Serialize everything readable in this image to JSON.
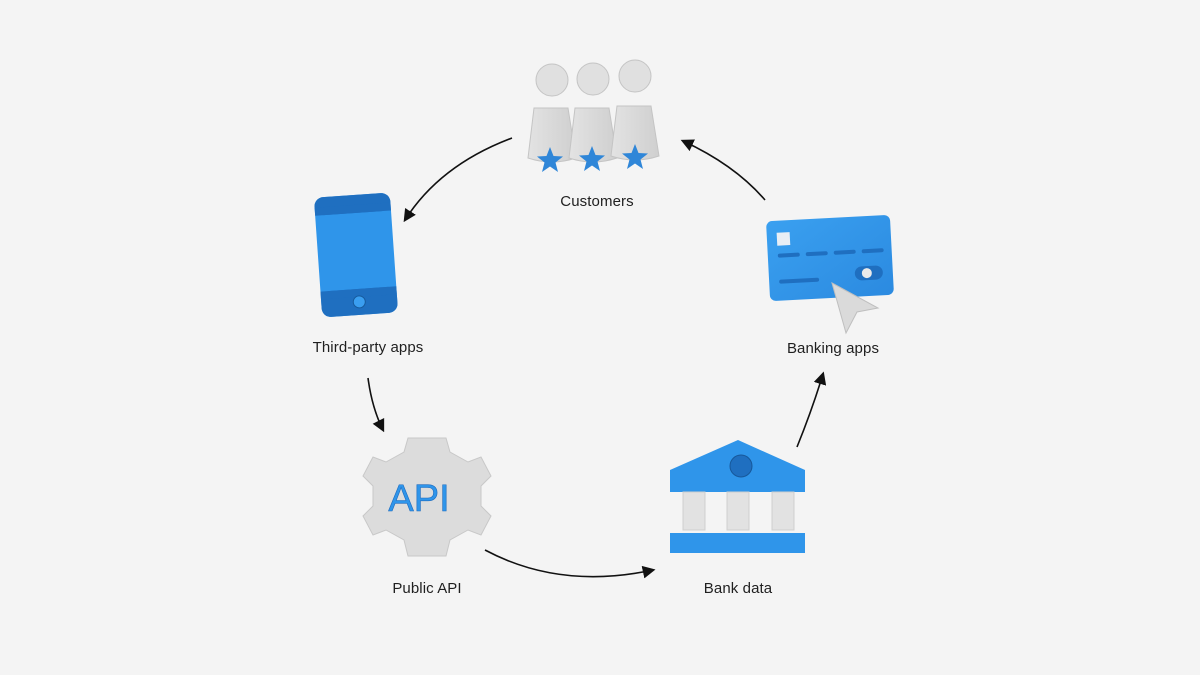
{
  "nodes": {
    "customers": {
      "label": "Customers"
    },
    "third_party_apps": {
      "label": "Third-party apps"
    },
    "public_api": {
      "label": "Public API",
      "icon_text": "API"
    },
    "bank_data": {
      "label": "Bank data"
    },
    "banking_apps": {
      "label": "Banking apps"
    }
  },
  "edges": [
    {
      "from": "Customers",
      "to": "Third-party apps"
    },
    {
      "from": "Third-party apps",
      "to": "Public API"
    },
    {
      "from": "Public API",
      "to": "Bank data"
    },
    {
      "from": "Bank data",
      "to": "Banking apps"
    },
    {
      "from": "Banking apps",
      "to": "Customers"
    }
  ],
  "colors": {
    "background": "#f4f4f4",
    "accent_blue": "#2f95ea",
    "dark_blue": "#1f6fc0",
    "light_grey": "#d9d9d9",
    "arrow": "#111111",
    "text": "#1f1f1f"
  }
}
